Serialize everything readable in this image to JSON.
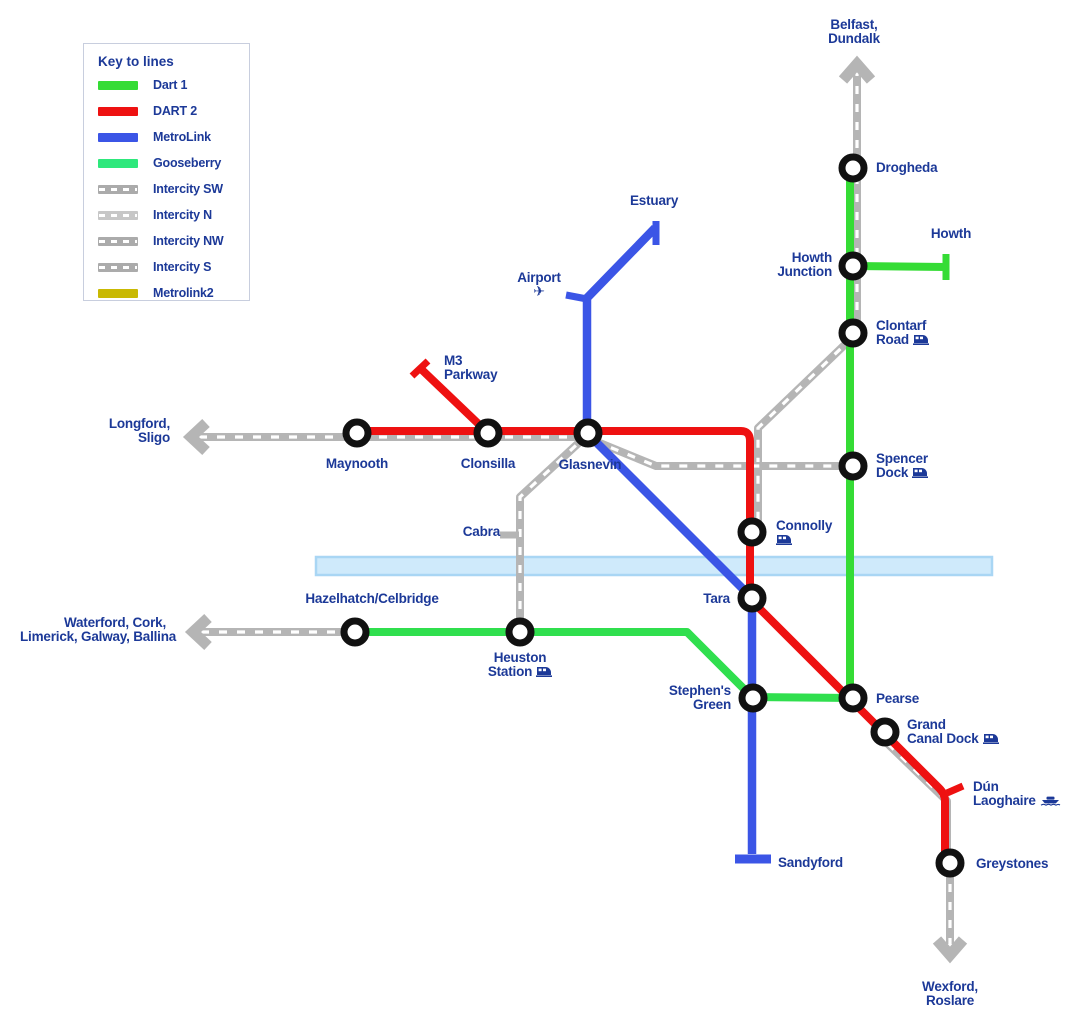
{
  "legend": {
    "title": "Key to lines",
    "items": [
      {
        "label": "Dart 1",
        "color": "#35DC35",
        "style": "solid"
      },
      {
        "label": "DART 2",
        "color": "#EE1111",
        "style": "solid"
      },
      {
        "label": "MetroLink",
        "color": "#3B55E6",
        "style": "solid"
      },
      {
        "label": "Gooseberry",
        "color": "#2EE87C",
        "style": "solid"
      },
      {
        "label": "Intercity SW",
        "color": "#ABABAB",
        "style": "dashed"
      },
      {
        "label": "Intercity N",
        "color": "#C7C7C7",
        "style": "dashed"
      },
      {
        "label": "Intercity NW",
        "color": "#ABABAB",
        "style": "dashed"
      },
      {
        "label": "Intercity S",
        "color": "#ABABAB",
        "style": "dashed"
      },
      {
        "label": "Metrolink2",
        "color": "#C9B903",
        "style": "solid"
      }
    ]
  },
  "colors": {
    "dart1": "#35DC35",
    "dart2": "#EE1111",
    "metrolink": "#3B55E6",
    "gooseberry_line": "#30DF4E",
    "intercity": "#B5B5B5",
    "label_text": "#1C3998",
    "river_fill": "#CFEAFB",
    "river_border": "#A9D6F4"
  },
  "labels": {
    "belfast": {
      "line1": "Belfast,",
      "line2": "Dundalk"
    },
    "drogheda": {
      "line1": "Drogheda"
    },
    "howth": {
      "line1": "Howth"
    },
    "howth_junction": {
      "line1": "Howth",
      "line2": "Junction"
    },
    "clontarf_road": {
      "line1": "Clontarf",
      "line2": "Road"
    },
    "spencer_dock": {
      "line1": "Spencer",
      "line2": "Dock"
    },
    "connolly": {
      "line1": "Connolly"
    },
    "tara": {
      "line1": "Tara"
    },
    "stephens_green": {
      "line1": "Stephen's",
      "line2": "Green"
    },
    "pearse": {
      "line1": "Pearse"
    },
    "grand_canal_dock": {
      "line1": "Grand",
      "line2": "Canal Dock"
    },
    "dun_laoghaire": {
      "line1": "Dún",
      "line2": "Laoghaire"
    },
    "greystones": {
      "line1": "Greystones"
    },
    "wexford": {
      "line1": "Wexford,",
      "line2": "Roslare"
    },
    "sandyford": {
      "line1": "Sandyford"
    },
    "heuston": {
      "line1": "Heuston",
      "line2": "Station"
    },
    "hazelhatch": {
      "line1": "Hazelhatch/Celbridge"
    },
    "waterford": {
      "line1": "Waterford, Cork,",
      "line2": "Limerick, Galway, Ballina"
    },
    "longford": {
      "line1": "Longford,",
      "line2": "Sligo"
    },
    "maynooth": {
      "line1": "Maynooth"
    },
    "clonsilla": {
      "line1": "Clonsilla"
    },
    "glasnevin": {
      "line1": "Glasnevin"
    },
    "cabra": {
      "line1": "Cabra"
    },
    "m3_parkway": {
      "line1": "M3",
      "line2": "Parkway"
    },
    "airport": {
      "line1": "Airport"
    },
    "estuary": {
      "line1": "Estuary"
    }
  }
}
